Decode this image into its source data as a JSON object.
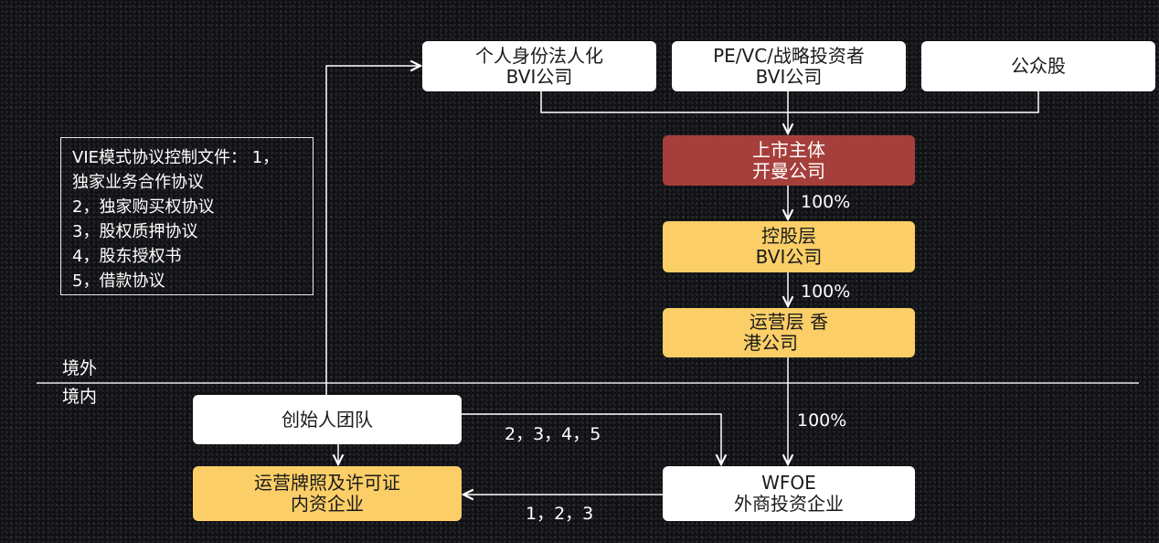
{
  "region": {
    "overseas": "境外",
    "domestic": "境内"
  },
  "nodes": {
    "individual_bvi": {
      "lines": [
        "个人身份法人化",
        "BVI公司"
      ]
    },
    "pe_vc_bvi": {
      "lines": [
        "PE/VC/战略投资者",
        "BVI公司"
      ]
    },
    "public_shares": {
      "lines": [
        "公众股"
      ]
    },
    "listed_entity": {
      "lines": [
        "上市主体",
        "开曼公司"
      ]
    },
    "holding_bvi": {
      "lines": [
        "控股层",
        "BVI公司"
      ]
    },
    "operating_hk": {
      "lines": [
        "运营层 香",
        "港公司"
      ]
    },
    "founder_team": {
      "lines": [
        "创始人团队"
      ]
    },
    "domestic_company": {
      "lines": [
        "运营牌照及许可证",
        "内资企业"
      ]
    },
    "wfoe": {
      "lines": [
        "WFOE",
        "外商投资企业"
      ]
    }
  },
  "edge_labels": {
    "cayman_to_bvi": "100%",
    "bvi_to_hk": "100%",
    "hk_to_wfoe": "100%",
    "founder_to_wfoe": "2，3，4，5",
    "wfoe_to_domestic": "1，2，3"
  },
  "vie_note": {
    "lines": [
      "VIE模式协议控制文件：   1，",
      "独家业务合作协议",
      "2，独家购买权协议",
      "3，股权质押协议",
      "4，股东授权书",
      "5，借款协议"
    ]
  },
  "colors": {
    "box_white": "#ffffff",
    "box_yellow": "#fbce67",
    "box_red": "#a63f3b",
    "connector": "#ffffff"
  }
}
